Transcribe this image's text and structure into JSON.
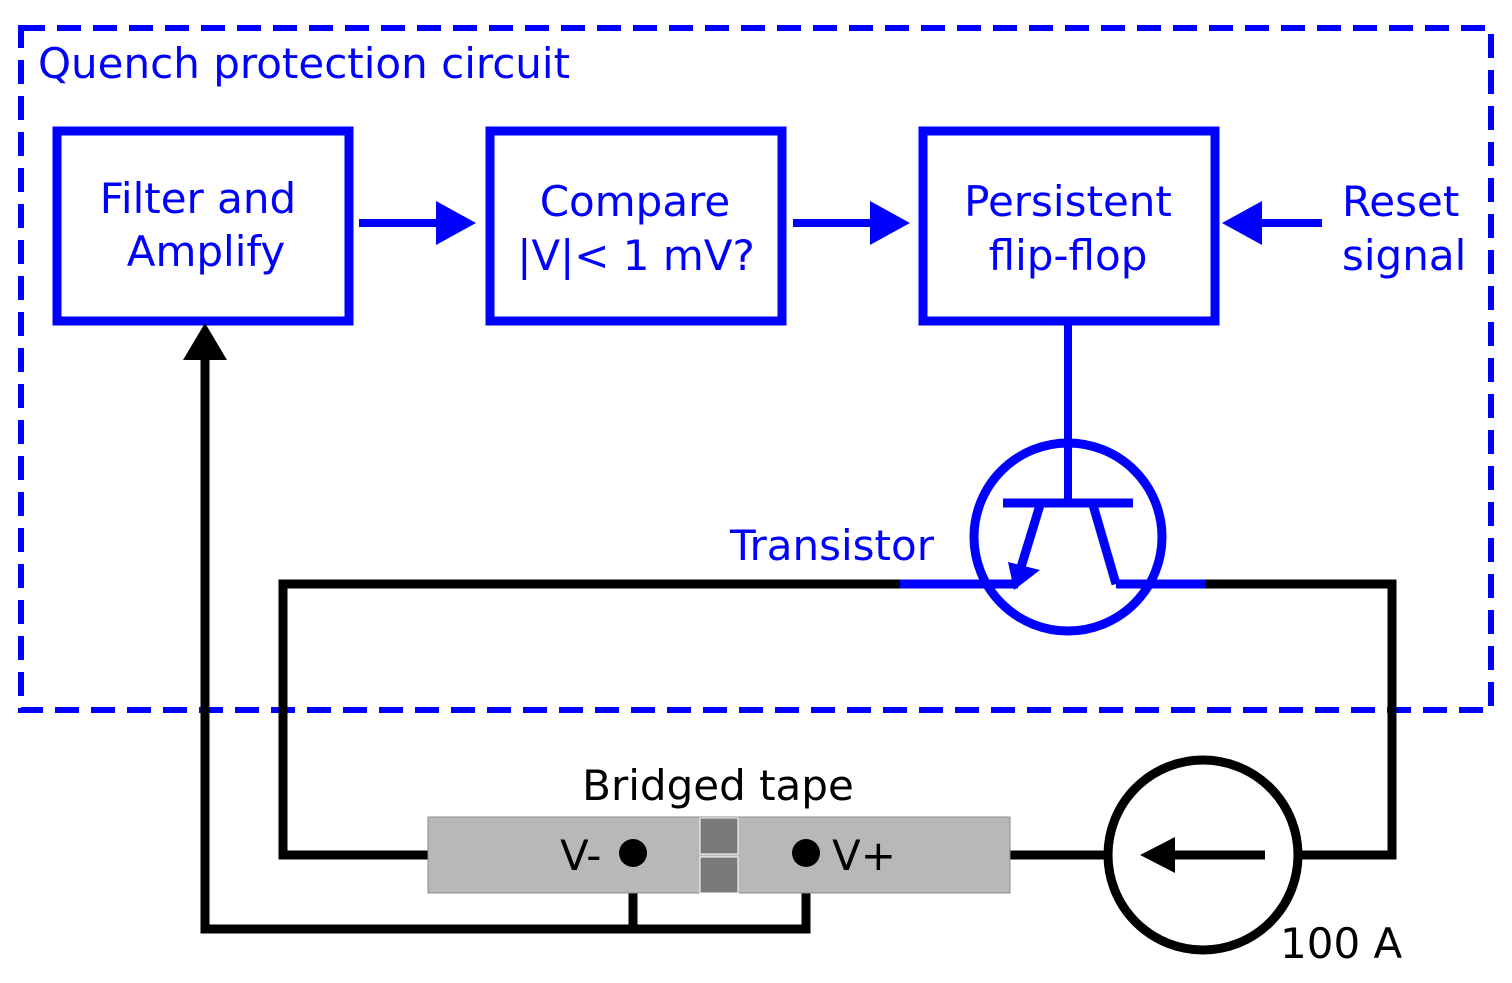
{
  "region": {
    "title": "Quench protection circuit"
  },
  "blocks": {
    "filter": {
      "line1": "Filter and",
      "line2": "Amplify"
    },
    "compare": {
      "line1": "Compare",
      "line2": "|V|< 1 mV?"
    },
    "flipflop": {
      "line1": "Persistent",
      "line2": "flip-flop"
    }
  },
  "reset": {
    "line1": "Reset",
    "line2": "signal"
  },
  "transistor": {
    "label": "Transistor"
  },
  "tape": {
    "label": "Bridged tape",
    "vminus": "V-",
    "vplus": "V+"
  },
  "source": {
    "label": "100 A"
  },
  "colors": {
    "control": "#0000ff",
    "power": "#000000",
    "tape": "#b8b8b8",
    "bridge": "#7a7a7a"
  }
}
